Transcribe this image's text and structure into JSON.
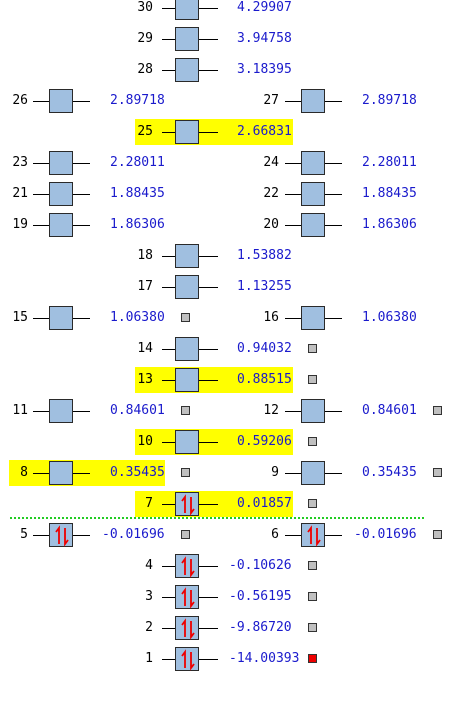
{
  "theme": {
    "box_fill": "#a0bfe0",
    "highlight": "#ffff00",
    "energy_text": "#1a1acc",
    "index_text": "#000000",
    "divider": "#22cc22",
    "marker_default": "#c0c0c0",
    "marker_selected": "#ee0000",
    "electron_arrow": "#ee0000"
  },
  "icons": {
    "orbital": "orbital-box-icon",
    "electron_pair": "electron-pair-icon",
    "marker": "selection-marker-icon"
  },
  "orbitals": [
    {
      "index": "30",
      "energy": "4.29907",
      "occupied": false,
      "highlight": false,
      "marker": "none"
    },
    {
      "index": "29",
      "energy": "3.94758",
      "occupied": false,
      "highlight": false,
      "marker": "none"
    },
    {
      "index": "28",
      "energy": "3.18395",
      "occupied": false,
      "highlight": false,
      "marker": "none"
    },
    {
      "index": "26",
      "energy": "2.89718",
      "occupied": false,
      "highlight": false,
      "marker": "none"
    },
    {
      "index": "27",
      "energy": "2.89718",
      "occupied": false,
      "highlight": false,
      "marker": "none"
    },
    {
      "index": "25",
      "energy": "2.66831",
      "occupied": false,
      "highlight": true,
      "marker": "none"
    },
    {
      "index": "23",
      "energy": "2.28011",
      "occupied": false,
      "highlight": false,
      "marker": "none"
    },
    {
      "index": "24",
      "energy": "2.28011",
      "occupied": false,
      "highlight": false,
      "marker": "none"
    },
    {
      "index": "21",
      "energy": "1.88435",
      "occupied": false,
      "highlight": false,
      "marker": "none"
    },
    {
      "index": "22",
      "energy": "1.88435",
      "occupied": false,
      "highlight": false,
      "marker": "none"
    },
    {
      "index": "19",
      "energy": "1.86306",
      "occupied": false,
      "highlight": false,
      "marker": "none"
    },
    {
      "index": "20",
      "energy": "1.86306",
      "occupied": false,
      "highlight": false,
      "marker": "none"
    },
    {
      "index": "18",
      "energy": "1.53882",
      "occupied": false,
      "highlight": false,
      "marker": "none"
    },
    {
      "index": "17",
      "energy": "1.13255",
      "occupied": false,
      "highlight": false,
      "marker": "none"
    },
    {
      "index": "15",
      "energy": "1.06380",
      "occupied": false,
      "highlight": false,
      "marker": "gray"
    },
    {
      "index": "16",
      "energy": "1.06380",
      "occupied": false,
      "highlight": false,
      "marker": "none"
    },
    {
      "index": "14",
      "energy": "0.94032",
      "occupied": false,
      "highlight": false,
      "marker": "gray"
    },
    {
      "index": "13",
      "energy": "0.88515",
      "occupied": false,
      "highlight": true,
      "marker": "gray"
    },
    {
      "index": "11",
      "energy": "0.84601",
      "occupied": false,
      "highlight": false,
      "marker": "gray"
    },
    {
      "index": "12",
      "energy": "0.84601",
      "occupied": false,
      "highlight": false,
      "marker": "gray"
    },
    {
      "index": "10",
      "energy": "0.59206",
      "occupied": false,
      "highlight": true,
      "marker": "gray"
    },
    {
      "index": "8",
      "energy": "0.35435",
      "occupied": false,
      "highlight": true,
      "marker": "gray"
    },
    {
      "index": "9",
      "energy": "0.35435",
      "occupied": false,
      "highlight": false,
      "marker": "gray"
    },
    {
      "index": "7",
      "energy": "0.01857",
      "occupied": true,
      "highlight": true,
      "marker": "gray"
    },
    {
      "index": "5",
      "energy": "-0.01696",
      "occupied": true,
      "highlight": false,
      "marker": "gray"
    },
    {
      "index": "6",
      "energy": "-0.01696",
      "occupied": true,
      "highlight": false,
      "marker": "gray"
    },
    {
      "index": "4",
      "energy": "-0.10626",
      "occupied": true,
      "highlight": false,
      "marker": "gray"
    },
    {
      "index": "3",
      "energy": "-0.56195",
      "occupied": true,
      "highlight": false,
      "marker": "gray"
    },
    {
      "index": "2",
      "energy": "-9.86720",
      "occupied": true,
      "highlight": false,
      "marker": "gray"
    },
    {
      "index": "1",
      "energy": "-14.00393",
      "occupied": true,
      "highlight": false,
      "marker": "red"
    }
  ]
}
